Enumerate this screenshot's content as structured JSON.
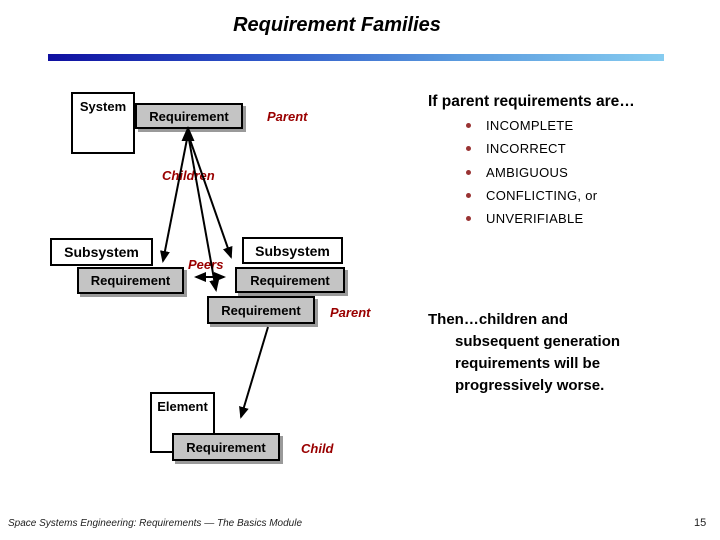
{
  "slide": {
    "title": "Requirement Families",
    "footer": "Space Systems Engineering: Requirements — The Basics Module",
    "page_number": "15"
  },
  "diagram": {
    "system_box": "System",
    "system_requirement": "Requirement",
    "parent_label_top": "Parent",
    "children_label": "Children",
    "subsystem_left": "Subsystem",
    "subsystem_left_requirement": "Requirement",
    "peers_label": "Peers",
    "subsystem_right": "Subsystem",
    "subsystem_right_requirement": "Requirement",
    "mid_requirement": "Requirement",
    "parent_label_mid": "Parent",
    "element_box": "Element",
    "element_requirement": "Requirement",
    "child_label": "Child"
  },
  "right_panel": {
    "heading": "If parent requirements are…",
    "bullets": [
      "INCOMPLETE",
      "INCORRECT",
      "AMBIGUOUS",
      "CONFLICTING, or",
      "UNVERIFIABLE"
    ],
    "then_lines": [
      "Then…children and",
      "subsequent generation",
      "requirements will be",
      "progressively worse."
    ]
  },
  "colors": {
    "accent_red": "#990000",
    "box_gray": "#c4c4c4",
    "bar_gradient_start": "#0f0fa0",
    "bar_gradient_end": "#86ccf0"
  }
}
